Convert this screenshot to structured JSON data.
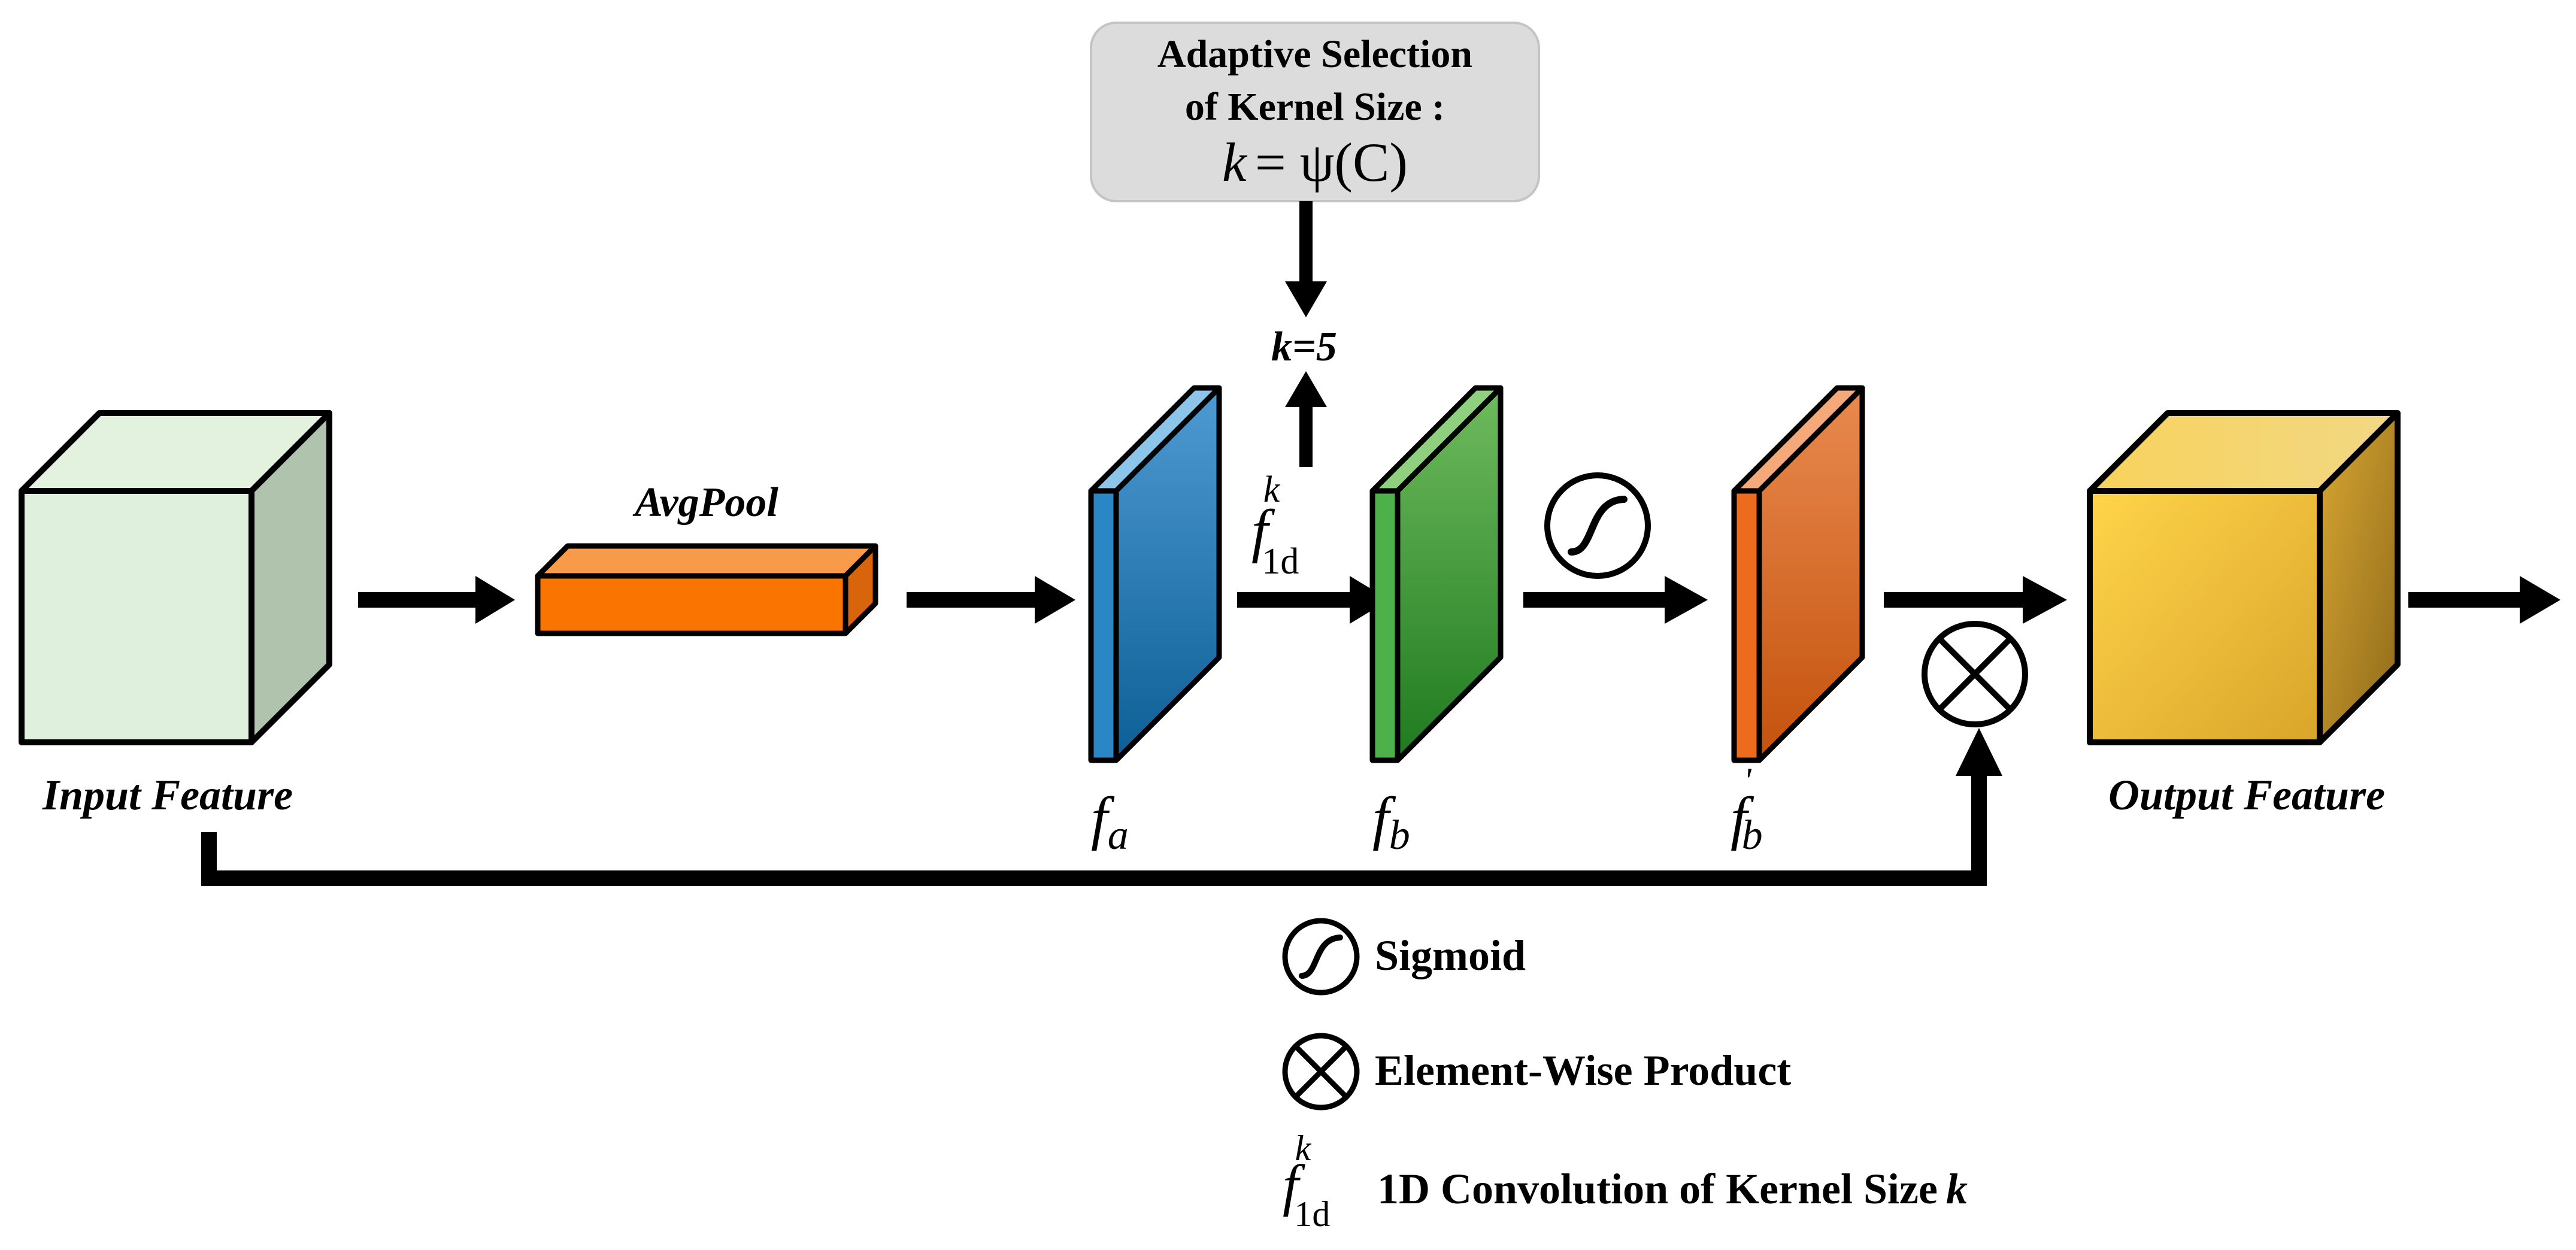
{
  "selection_box": {
    "line1": "Adaptive Selection",
    "line2": "of Kernel Size :",
    "formula_k": "k",
    "formula_eq": "= ψ(C)"
  },
  "k_value": "k=5",
  "avgpool_label": "AvgPool",
  "input_label": "Input Feature",
  "output_label": "Output Feature",
  "f_symbol": "f",
  "conv_sup": "k",
  "conv_sub": "1d",
  "fa_sub": "a",
  "fb_sub": "b",
  "fb_prime_sub": "b",
  "fb_prime_mark": "'",
  "legend": {
    "sigmoid": "Sigmoid",
    "product": "Element-Wise Product",
    "conv_text": "1D Convolution of  Kernel Size",
    "conv_k": "k"
  },
  "colors": {
    "input_cube": "#dfeedd",
    "avgpool": "#f47a10",
    "fa": "#1f6fa7",
    "fb": "#3e9a3a",
    "fb_prime": "#e06a20",
    "output_cube": "#f2c23a",
    "selection_box": "#dcdcdc"
  }
}
